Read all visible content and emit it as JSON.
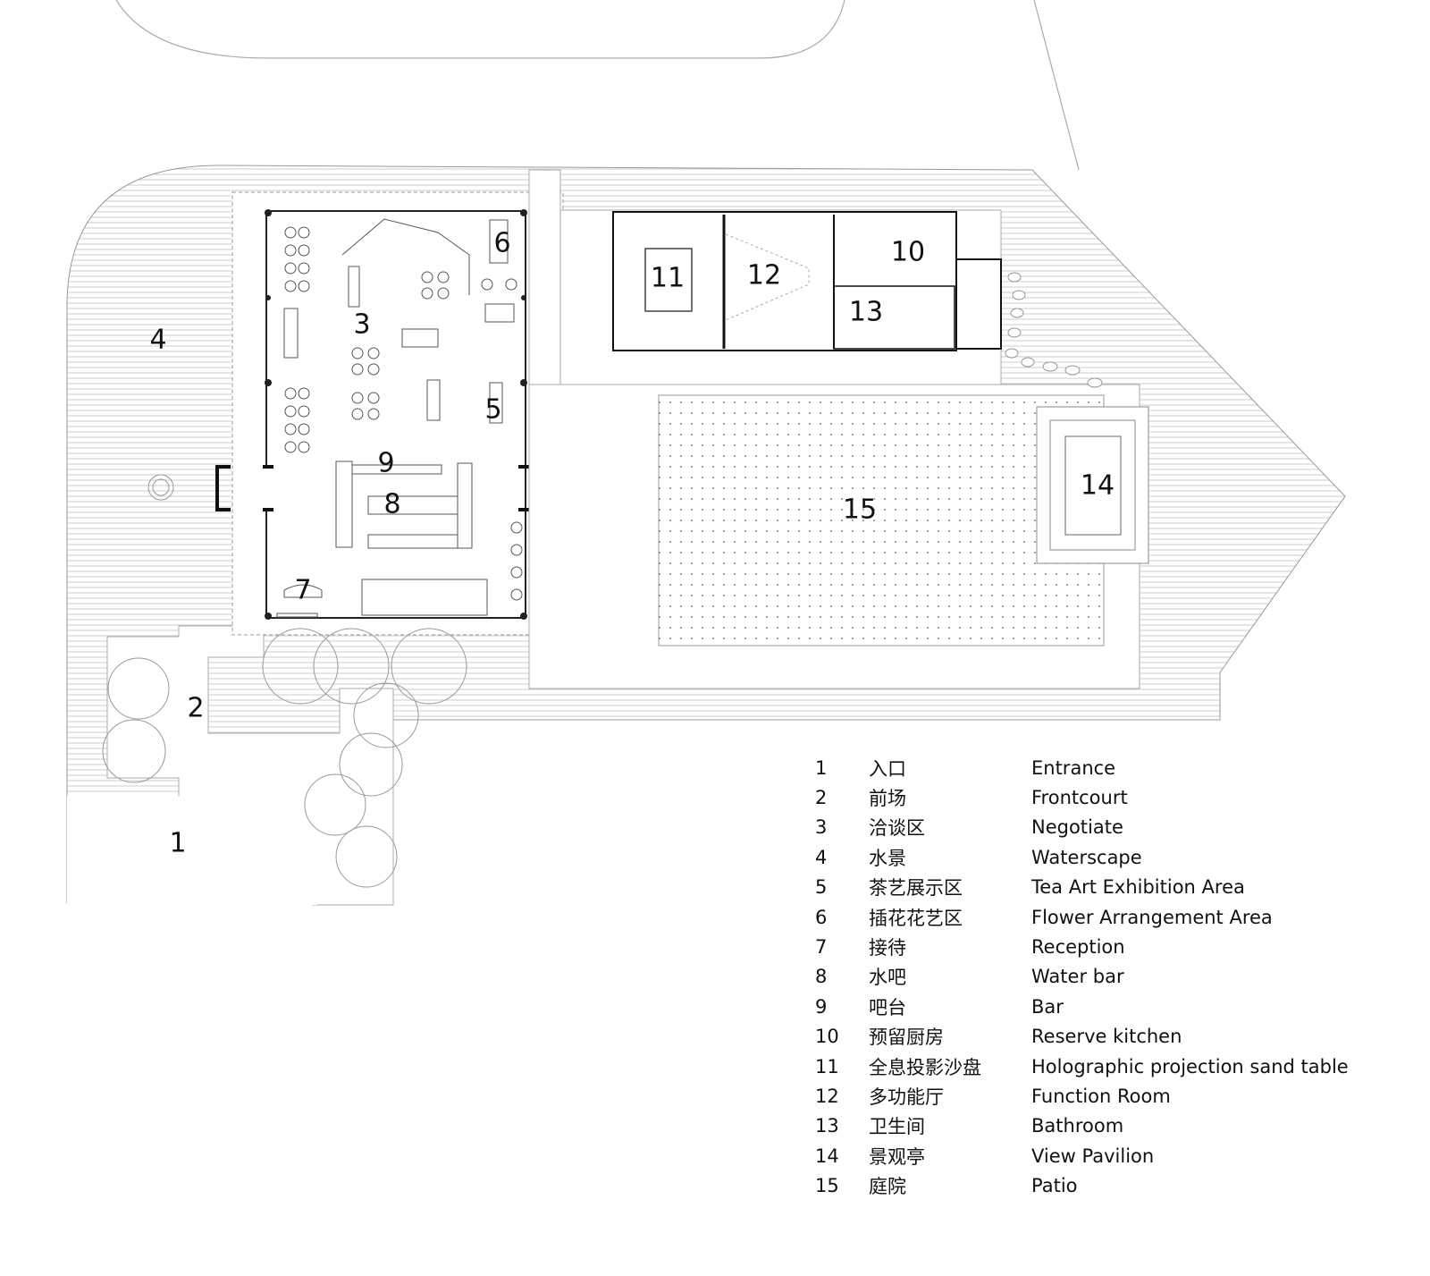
{
  "plan_labels": {
    "l1": "1",
    "l2": "2",
    "l3": "3",
    "l4": "4",
    "l5": "5",
    "l6": "6",
    "l7": "7",
    "l8": "8",
    "l9": "9",
    "l10": "10",
    "l11": "11",
    "l12": "12",
    "l13": "13",
    "l14": "14",
    "l15": "15"
  },
  "legend": [
    {
      "num": "1",
      "zh": "入口",
      "en": "Entrance"
    },
    {
      "num": "2",
      "zh": "前场",
      "en": "Frontcourt"
    },
    {
      "num": "3",
      "zh": "洽谈区",
      "en": "Negotiate"
    },
    {
      "num": "4",
      "zh": "水景",
      "en": "Waterscape"
    },
    {
      "num": "5",
      "zh": "茶艺展示区",
      "en": "Tea Art Exhibition Area"
    },
    {
      "num": "6",
      "zh": "插花花艺区",
      "en": "Flower Arrangement Area"
    },
    {
      "num": "7",
      "zh": "接待",
      "en": "Reception"
    },
    {
      "num": "8",
      "zh": "水吧",
      "en": "Water bar"
    },
    {
      "num": "9",
      "zh": "吧台",
      "en": "Bar"
    },
    {
      "num": "10",
      "zh": "预留厨房",
      "en": "Reserve kitchen"
    },
    {
      "num": "11",
      "zh": "全息投影沙盘",
      "en": "Holographic projection sand table"
    },
    {
      "num": "12",
      "zh": "多功能厅",
      "en": "Function Room"
    },
    {
      "num": "13",
      "zh": "卫生间",
      "en": "Bathroom"
    },
    {
      "num": "14",
      "zh": "景观亭",
      "en": "View Pavilion"
    },
    {
      "num": "15",
      "zh": "庭院",
      "en": "Patio"
    }
  ]
}
